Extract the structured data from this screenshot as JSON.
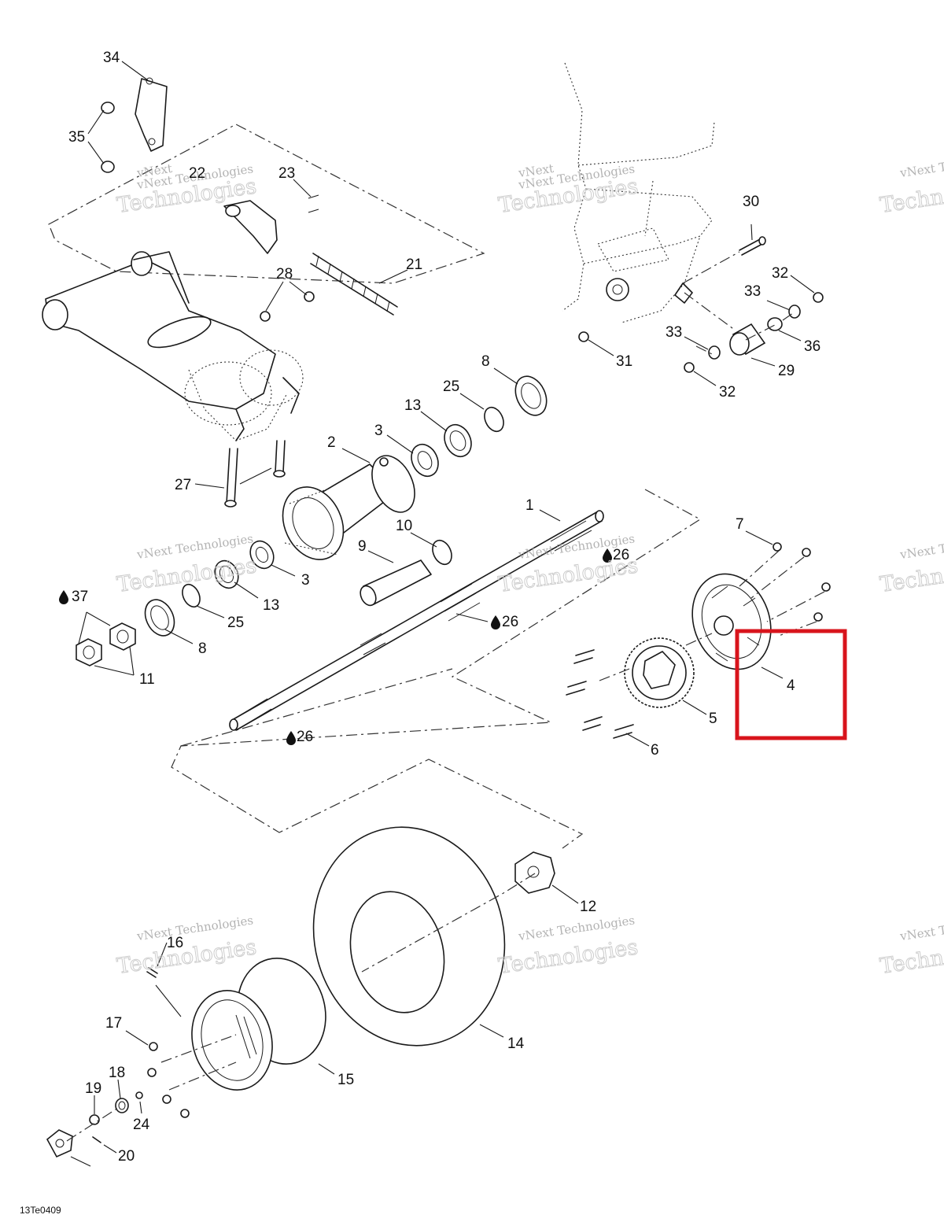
{
  "diagram_code": "13Te0409",
  "watermark": {
    "brand": "vNext",
    "line1": "vNext Technologies",
    "line2": "Technologies"
  },
  "highlight_color": "#d8141c",
  "callouts": {
    "c1": "1",
    "c2": "2",
    "c3a": "3",
    "c3b": "3",
    "c4": "4",
    "c5": "5",
    "c6": "6",
    "c7": "7",
    "c8a": "8",
    "c8b": "8",
    "c9": "9",
    "c10": "10",
    "c11": "11",
    "c12": "12",
    "c13a": "13",
    "c13b": "13",
    "c14": "14",
    "c15": "15",
    "c16": "16",
    "c17": "17",
    "c18": "18",
    "c19": "19",
    "c20": "20",
    "c21": "21",
    "c22": "22",
    "c23": "23",
    "c24": "24",
    "c25a": "25",
    "c25b": "25",
    "c26a": "26",
    "c26b": "26",
    "c26c": "26",
    "c27": "27",
    "c28": "28",
    "c29": "29",
    "c30": "30",
    "c31": "31",
    "c32a": "32",
    "c32b": "32",
    "c33a": "33",
    "c33b": "33",
    "c34": "34",
    "c35": "35",
    "c36": "36",
    "c37": "37"
  },
  "highlighted_part": "4",
  "icons": {
    "lubricant": "oil-drop-icon"
  }
}
